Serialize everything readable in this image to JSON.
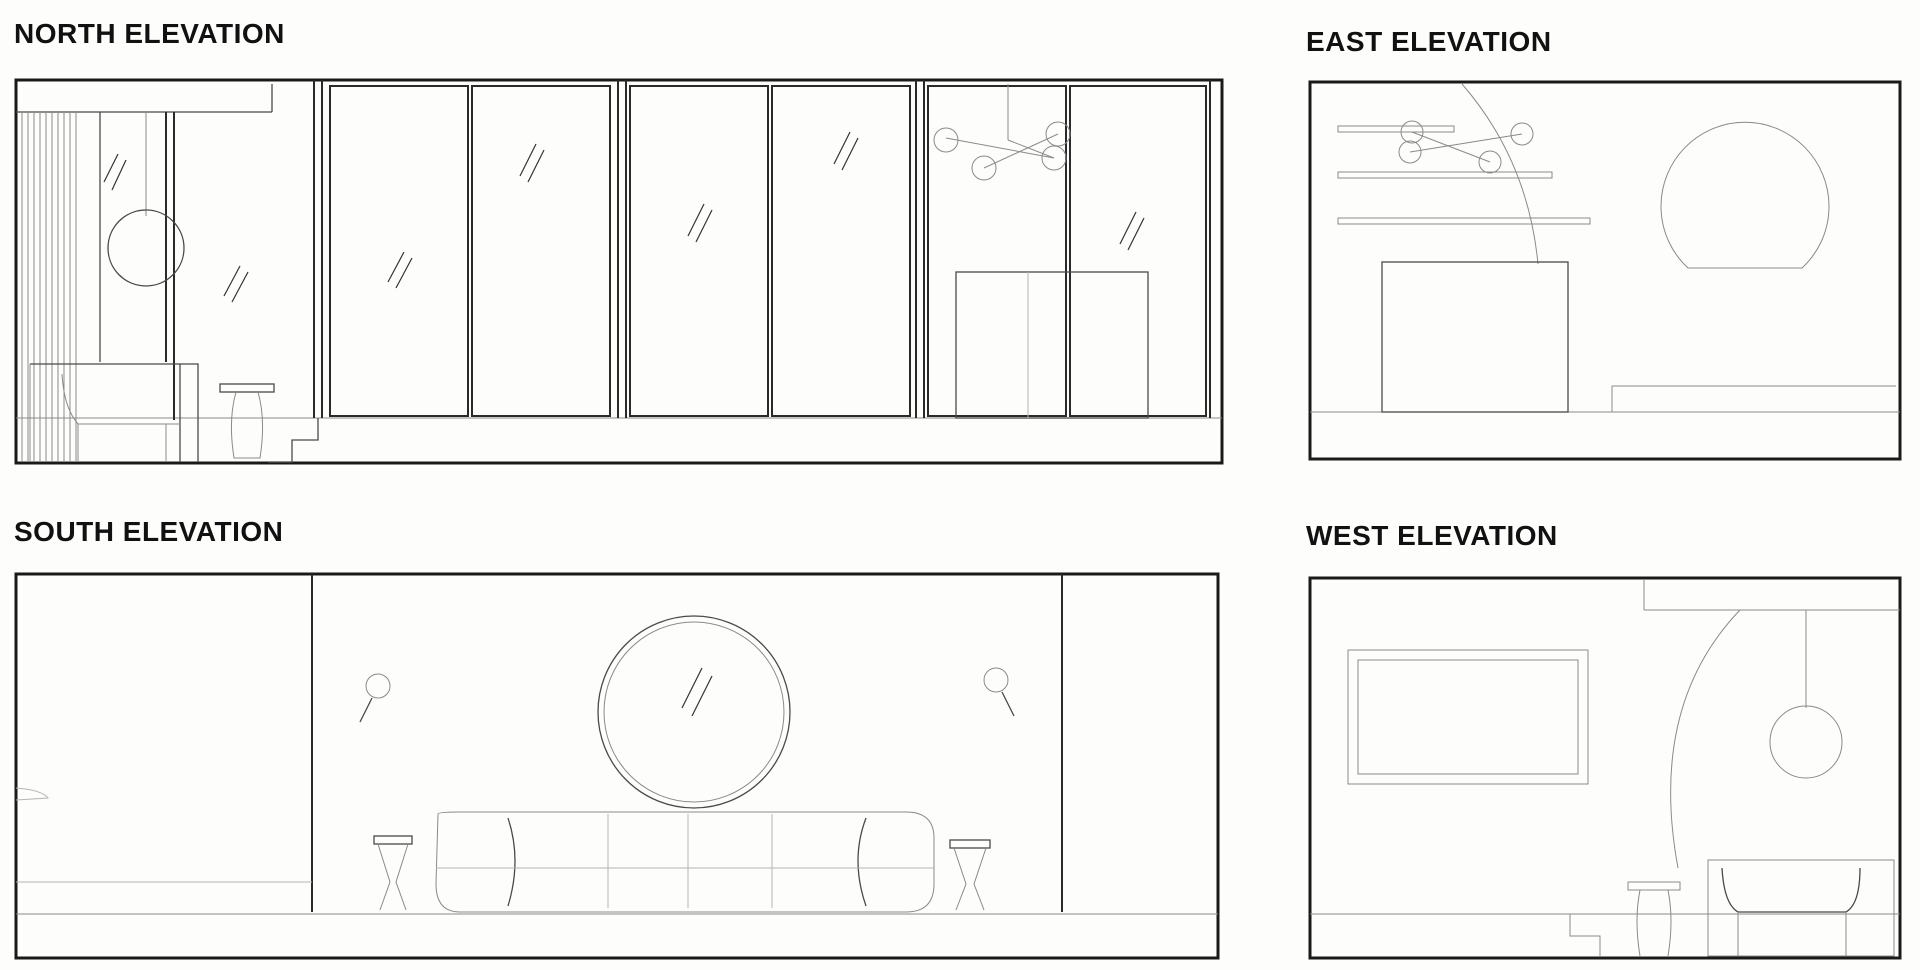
{
  "elevations": {
    "north": {
      "title": "NORTH ELEVATION"
    },
    "east": {
      "title": "EAST ELEVATION"
    },
    "south": {
      "title": "SOUTH ELEVATION"
    },
    "west": {
      "title": "WEST ELEVATION"
    }
  }
}
